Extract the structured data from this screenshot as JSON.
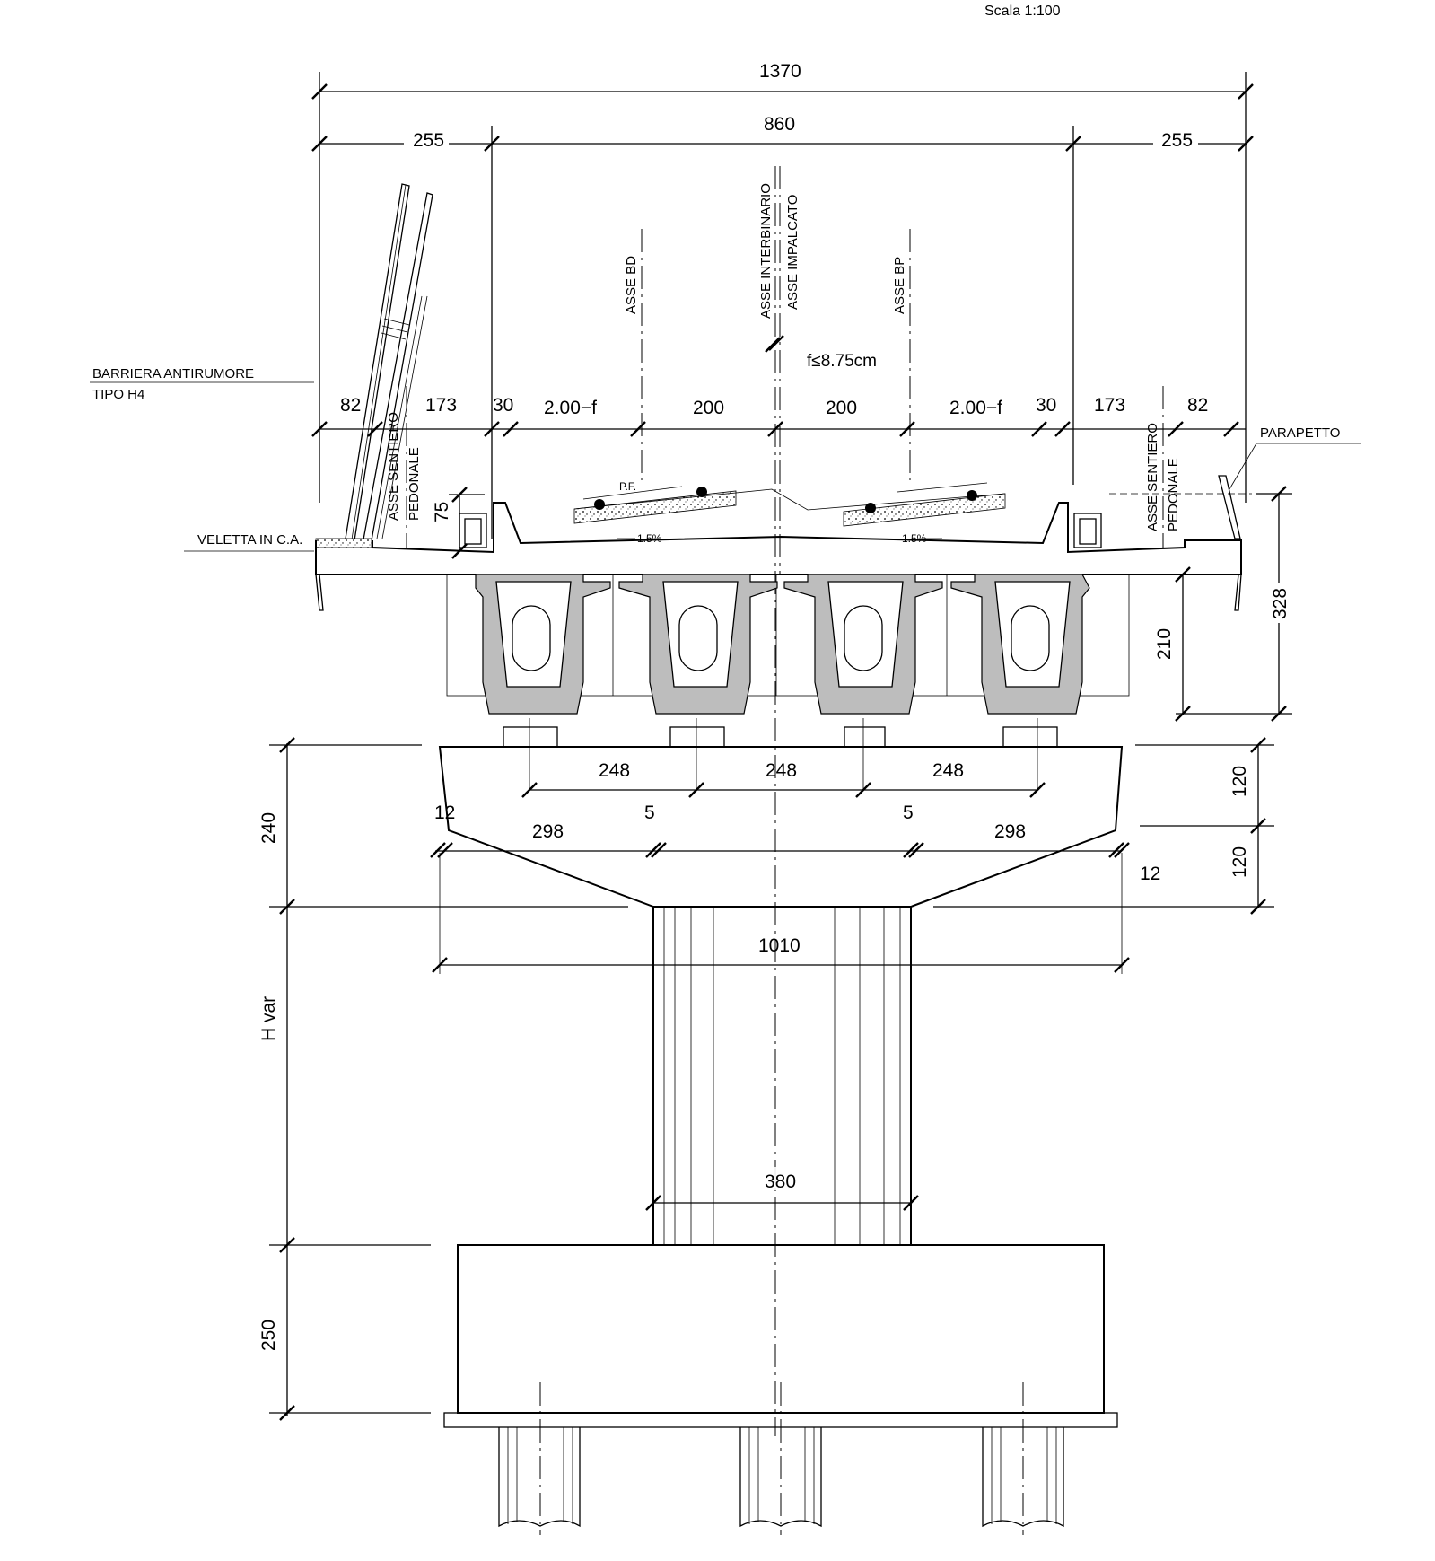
{
  "scale": "Scala 1:100",
  "dimensions": {
    "total_width": "1370",
    "left_cantilever": "255",
    "center_width": "860",
    "right_cantilever": "255",
    "left_82": "82",
    "left_173": "173",
    "left_30": "30",
    "left_track": "2.00−f",
    "inner_200_left": "200",
    "inner_200_right": "200",
    "right_track": "2.00−f",
    "right_30": "30",
    "right_173": "173",
    "right_82": "82",
    "f_max": "f≤8.75cm",
    "curb_75": "75",
    "deck_210": "210",
    "deck_328": "328",
    "bearing_248_a": "248",
    "bearing_248_b": "248",
    "bearing_248_c": "248",
    "cap_12_left": "12",
    "cap_298_left": "298",
    "cap_5_left": "5",
    "cap_5_right": "5",
    "cap_298_right": "298",
    "cap_12_right": "12",
    "cap_120_top": "120",
    "cap_120_bottom": "120",
    "cap_240": "240",
    "cap_1010": "1010",
    "pier_h": "H var",
    "pier_380": "380",
    "footing_250": "250"
  },
  "axis_labels": {
    "bd": "ASSE BD",
    "interbinario": "ASSE INTERBINARIO",
    "impalcato": "ASSE IMPALCATO",
    "bp": "ASSE BP",
    "sentiero_left_1": "ASSE SENTIERO",
    "sentiero_left_2": "PEDONALE",
    "sentiero_right_1": "ASSE SENTIERO",
    "sentiero_right_2": "PEDONALE"
  },
  "annotations": {
    "barriera_1": "BARRIERA ANTIRUMORE",
    "barriera_2": "TIPO H4",
    "veletta": "VELETTA IN C.A.",
    "parapetto": "PARAPETTO",
    "pf": "P.F.",
    "slope_left": "1.5%",
    "slope_right": "1.5%"
  }
}
